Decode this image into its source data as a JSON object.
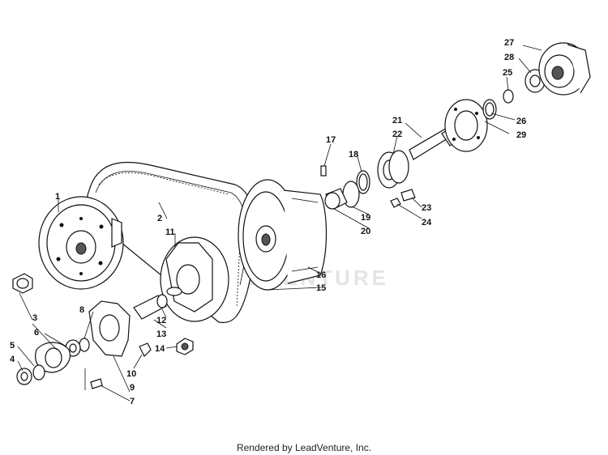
{
  "watermark": "DVENTURE",
  "footer": "Rendered by LeadVenture, Inc.",
  "callouts": [
    "1",
    "2",
    "3",
    "4",
    "5",
    "6",
    "7",
    "8",
    "9",
    "10",
    "11",
    "12",
    "13",
    "14",
    "15",
    "16",
    "17",
    "18",
    "19",
    "20",
    "21",
    "22",
    "23",
    "24",
    "25",
    "26",
    "27",
    "28",
    "29"
  ]
}
